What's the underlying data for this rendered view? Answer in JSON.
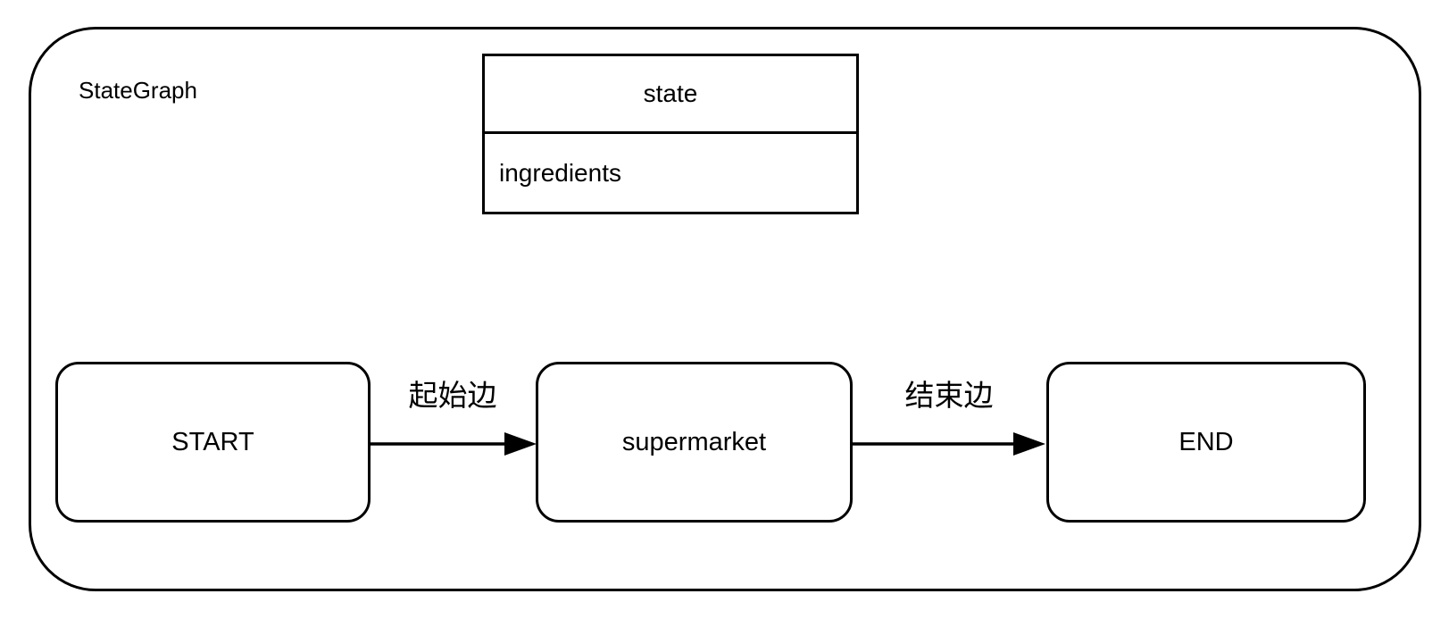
{
  "diagram": {
    "title": "StateGraph",
    "state_table": {
      "header": "state",
      "fields": [
        "ingredients"
      ]
    },
    "nodes": [
      {
        "id": "start",
        "label": "START"
      },
      {
        "id": "supermarket",
        "label": "supermarket"
      },
      {
        "id": "end",
        "label": "END"
      }
    ],
    "edges": [
      {
        "from": "START",
        "to": "supermarket",
        "label": "起始边"
      },
      {
        "from": "supermarket",
        "to": "END",
        "label": "结束边"
      }
    ],
    "colors": {
      "stroke": "#000000",
      "background": "#ffffff"
    }
  }
}
